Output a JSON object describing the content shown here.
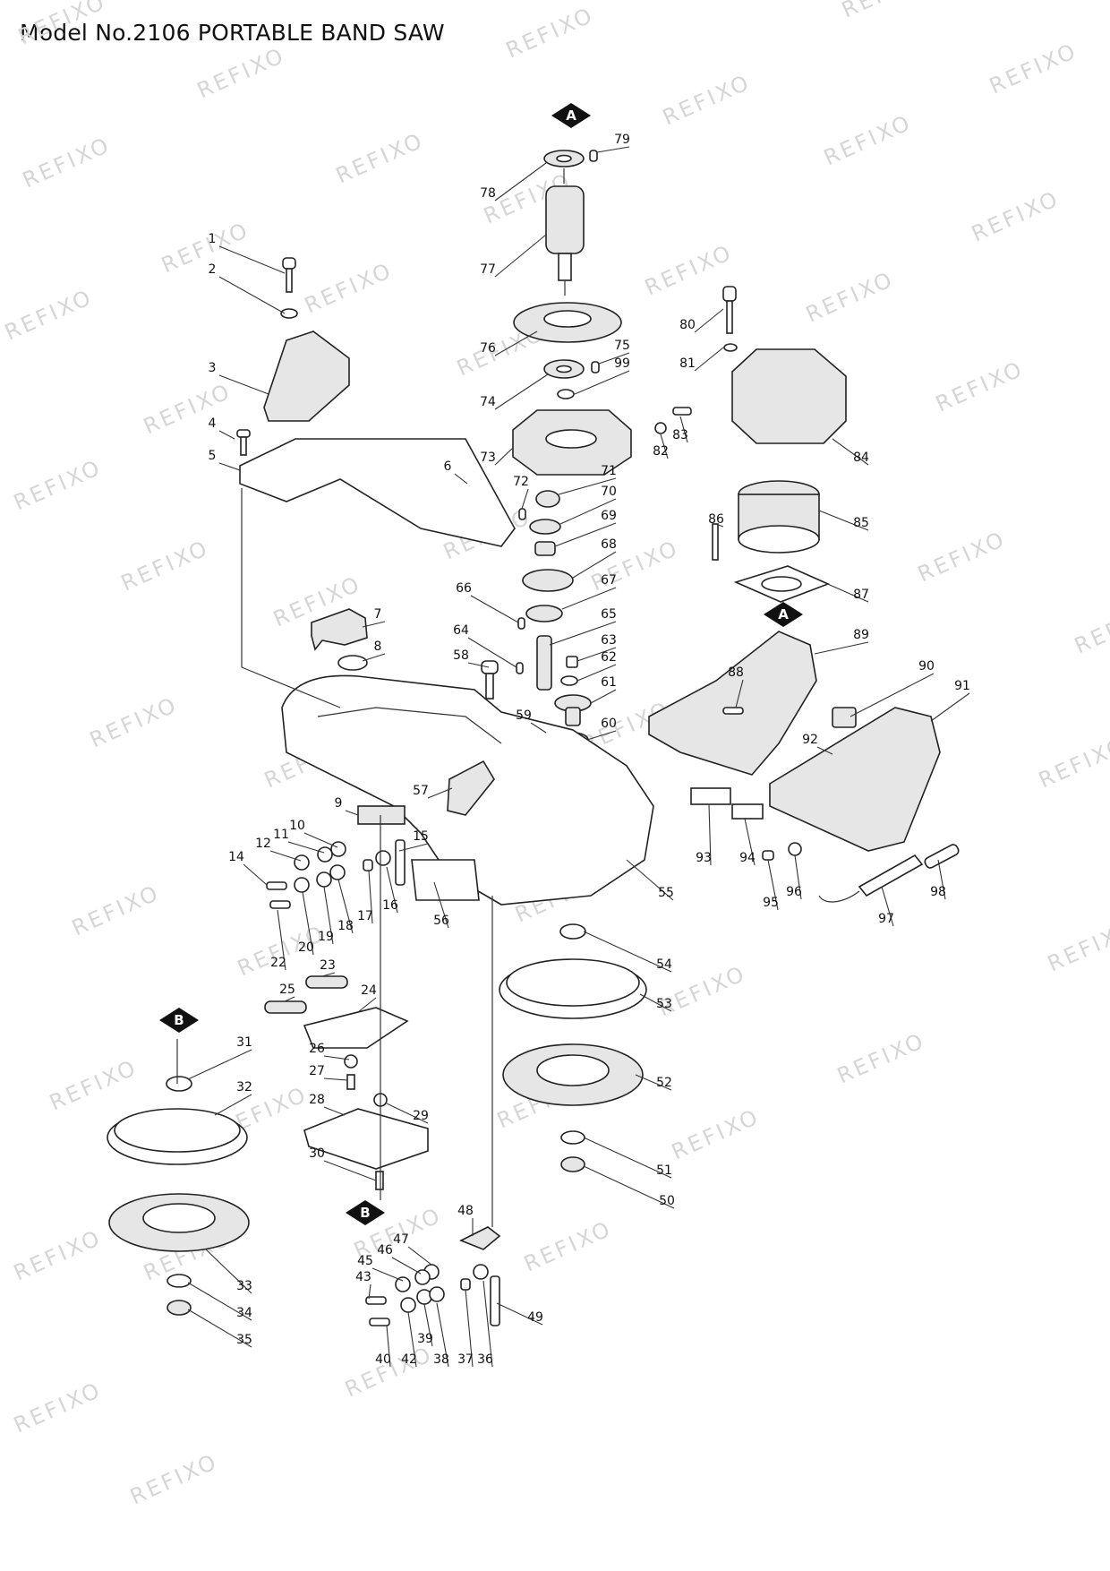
{
  "title": "Model No.2106 PORTABLE BAND SAW",
  "watermark": "REFIXO",
  "markers": [
    "A",
    "B"
  ],
  "part_numbers": [
    "1",
    "2",
    "3",
    "4",
    "5",
    "6",
    "7",
    "8",
    "9",
    "10",
    "11",
    "12",
    "14",
    "15",
    "16",
    "17",
    "18",
    "19",
    "20",
    "22",
    "23",
    "24",
    "25",
    "26",
    "27",
    "28",
    "29",
    "30",
    "31",
    "32",
    "33",
    "34",
    "35",
    "36",
    "37",
    "38",
    "39",
    "40",
    "42",
    "43",
    "45",
    "46",
    "47",
    "48",
    "49",
    "50",
    "51",
    "52",
    "53",
    "54",
    "55",
    "56",
    "57",
    "58",
    "59",
    "60",
    "61",
    "62",
    "63",
    "64",
    "65",
    "66",
    "67",
    "68",
    "69",
    "70",
    "71",
    "72",
    "73",
    "74",
    "75",
    "76",
    "77",
    "78",
    "79",
    "80",
    "81",
    "82",
    "83",
    "84",
    "85",
    "86",
    "87",
    "88",
    "89",
    "90",
    "91",
    "92",
    "93",
    "94",
    "95",
    "96",
    "97",
    "98",
    "99"
  ],
  "colors": {
    "line": "#222222",
    "watermark": "#d6d6d6",
    "fill": "#e6e6e6"
  }
}
